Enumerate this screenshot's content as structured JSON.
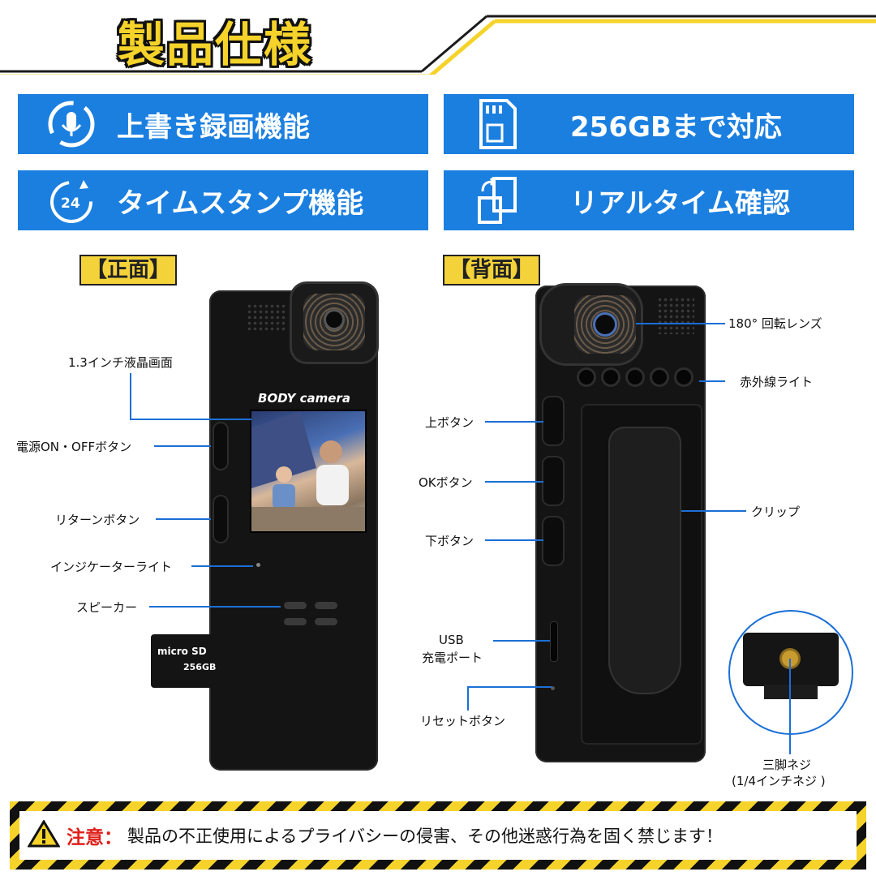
{
  "header": {
    "title": "製品仕様"
  },
  "features": [
    {
      "label": "上書き録画機能",
      "icon": "loop-record-icon"
    },
    {
      "label": "256GBまで対応",
      "icon": "sd-card-icon"
    },
    {
      "label": "タイムスタンプ機能",
      "icon": "24h-clock-icon"
    },
    {
      "label": "リアルタイム確認",
      "icon": "phone-sync-icon"
    }
  ],
  "front": {
    "section_label": "【正面】",
    "device_text": "BODY camera",
    "sd_text": {
      "brand": "micro SD",
      "capacity": "256GB"
    },
    "callouts": {
      "lcd": "1.3インチ液晶画面",
      "power": "電源ON・OFFボタン",
      "return": "リターンボタン",
      "indicator": "インジケーターライト",
      "speaker": "スピーカー"
    }
  },
  "back": {
    "section_label": "【背面】",
    "callouts": {
      "lens": "180° 回転レンズ",
      "ir": "赤外線ライト",
      "up": "上ボタン",
      "ok": "OKボタン",
      "down": "下ボタン",
      "clip": "クリップ",
      "usb_line1": "USB",
      "usb_line2": "充電ポート",
      "reset": "リセットボタン",
      "tripod_line1": "三脚ネジ",
      "tripod_line2": "(1/4インチネジ )"
    }
  },
  "warning": {
    "label": "注意：",
    "text": "製品の不正使用によるプライバシーの侵害、その他迷惑行為を固く禁じます！"
  },
  "colors": {
    "accent": "#1b7fe0",
    "yellow": "#f5d32a",
    "warn_red": "#e0201b"
  }
}
